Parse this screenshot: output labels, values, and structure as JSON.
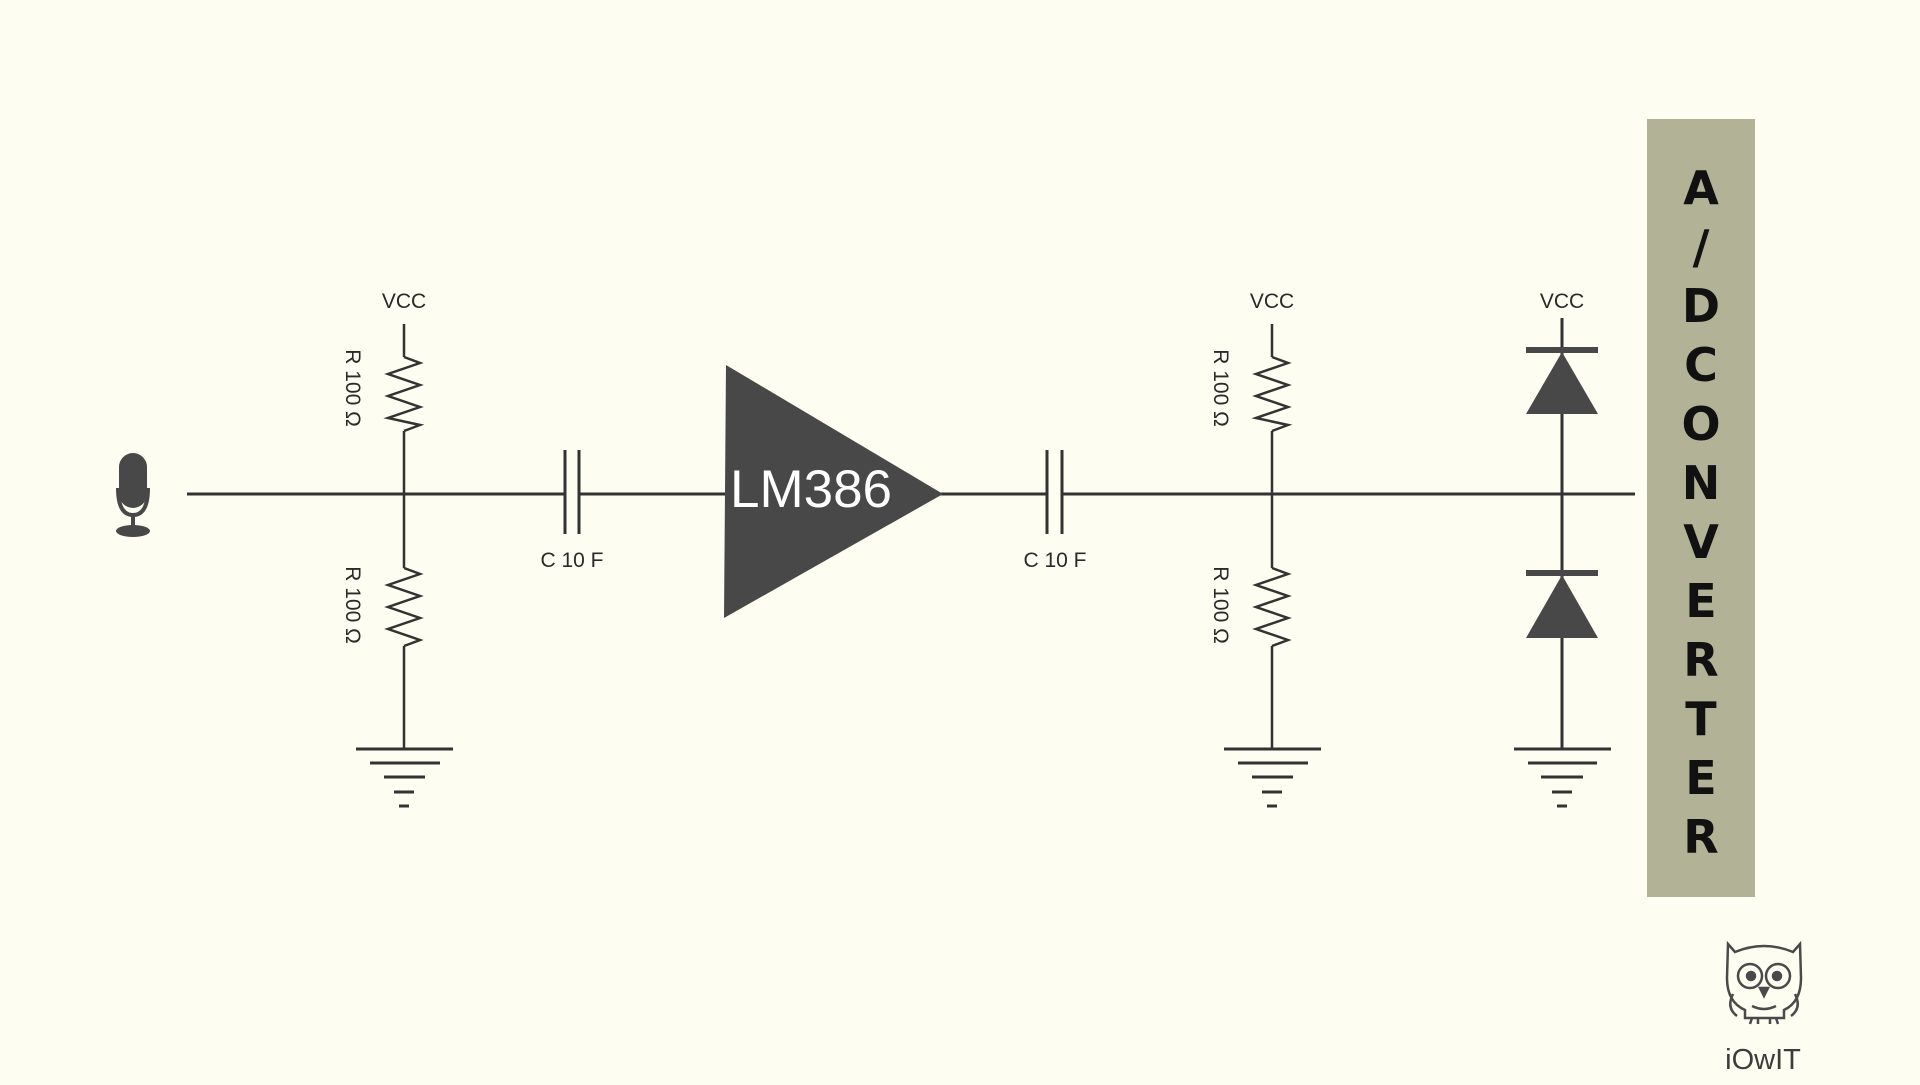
{
  "diagram": {
    "input_icon": "microphone-icon",
    "amplifier": {
      "label": "LM386"
    },
    "vcc_labels": [
      "VCC",
      "VCC",
      "VCC"
    ],
    "resistors": [
      "R 100 Ω",
      "R 100 Ω",
      "R 100 Ω",
      "R 100 Ω"
    ],
    "capacitors": [
      "C 10 F",
      "C 10 F"
    ],
    "converter": {
      "letters": [
        "A",
        "/",
        "D",
        "C",
        "O",
        "N",
        "V",
        "E",
        "R",
        "T",
        "E",
        "R"
      ]
    },
    "brand": {
      "icon": "owl-logo-icon",
      "text": "iOwIT"
    }
  },
  "colors": {
    "background": "#fdfdf1",
    "wire": "#333333",
    "component_fill": "#484848",
    "converter_fill": "#b2b296",
    "converter_text": "#111111"
  }
}
